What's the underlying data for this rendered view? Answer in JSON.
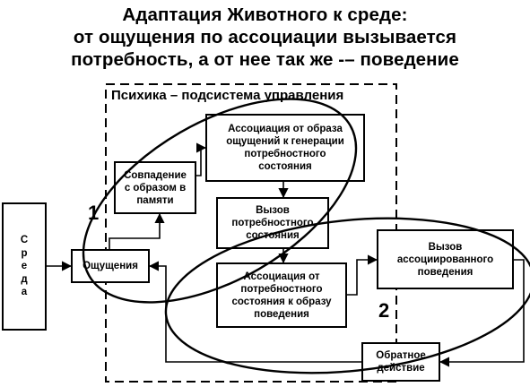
{
  "title": {
    "line1": "Адаптация Животного к среде:",
    "line2": "от ощущения по ассоциации вызывается",
    "line3": "потребность, а от нее так же -– поведение"
  },
  "psyche_label": "Психика – подсистема управления",
  "environment_letters": [
    "С",
    "р",
    "е",
    "д",
    "а"
  ],
  "boxes": {
    "sensations": "Ощущения",
    "match_memory": [
      "Совпадение",
      "с образом в",
      "памяти"
    ],
    "assoc_need": [
      "Ассоциация от образа",
      "ощущений к генерации",
      "потребностного",
      "состояния"
    ],
    "need_call": [
      "Вызов",
      "потребностного",
      "состояния"
    ],
    "assoc_behavior": [
      "Ассоциация от",
      "потребностного",
      "состояния к образу",
      "поведения"
    ],
    "behavior_call": [
      "Вызов",
      "ассоциированного",
      "поведения"
    ],
    "feedback": [
      "Обратное",
      "действие"
    ]
  },
  "cycle_labels": {
    "first": "1",
    "second": "2"
  }
}
